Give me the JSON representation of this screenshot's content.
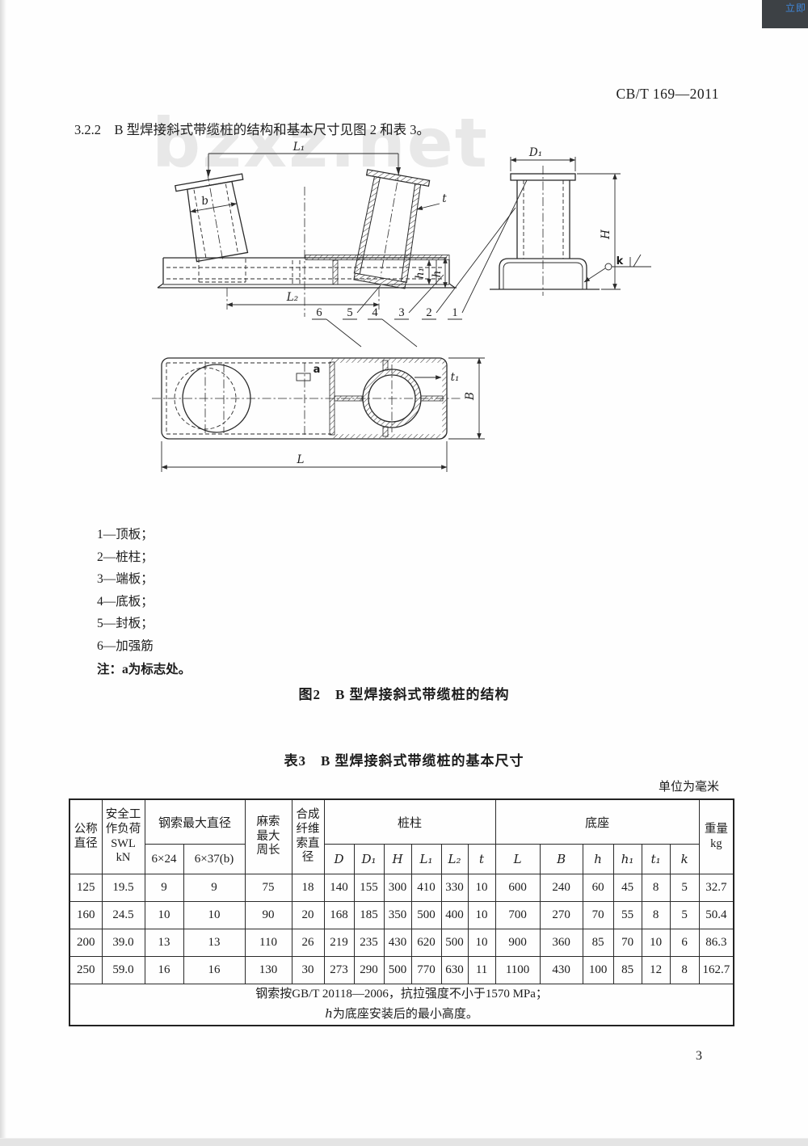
{
  "page": {
    "doc_number": "CB/T 169—2011",
    "page_number": "3",
    "watermark": "bzxz.net",
    "corner_overlay": "立即"
  },
  "section": {
    "paragraph": "3.2.2　B 型焊接斜式带缆桩的结构和基本尺寸见图 2 和表 3。"
  },
  "figure": {
    "caption": "图2　B 型焊接斜式带缆桩的结构",
    "labels": {
      "L1": "L₁",
      "b": "b",
      "t": "t",
      "h1": "h₁",
      "h": "h",
      "L2": "L₂",
      "D1": "D₁",
      "H": "H",
      "k": "k",
      "a": "a",
      "t1": "t₁",
      "B": "B",
      "L": "L"
    },
    "part_numbers": [
      "6",
      "5",
      "4",
      "3",
      "2",
      "1"
    ],
    "legend": [
      "1—顶板；",
      "2—桩柱；",
      "3—端板；",
      "4—底板；",
      "5—封板；",
      "6—加强筋"
    ],
    "note": "注：a为标志处。"
  },
  "table": {
    "caption": "表3　B 型焊接斜式带缆桩的基本尺寸",
    "units_note": "单位为毫米",
    "headers": {
      "nominal_diameter": "公称\n直径",
      "swl": "安全工\n作负荷\nSWL\nkN",
      "steel_rope": "钢索最大直径",
      "steel_rope_sub": [
        "6×24",
        "6×37(b)"
      ],
      "hemp_rope": "麻索\n最大\n周长",
      "synthetic": "合成\n纤维\n索直\n径",
      "post": "桩柱",
      "post_sub": [
        "D",
        "D₁",
        "H",
        "L₁",
        "L₂",
        "t"
      ],
      "base": "底座",
      "base_sub": [
        "L",
        "B",
        "h",
        "h₁",
        "t₁",
        "k"
      ],
      "weight": "重量\nkg"
    },
    "rows": [
      [
        "125",
        "19.5",
        "9",
        "9",
        "75",
        "18",
        "140",
        "155",
        "300",
        "410",
        "330",
        "10",
        "600",
        "240",
        "60",
        "45",
        "8",
        "5",
        "32.7"
      ],
      [
        "160",
        "24.5",
        "10",
        "10",
        "90",
        "20",
        "168",
        "185",
        "350",
        "500",
        "400",
        "10",
        "700",
        "270",
        "70",
        "55",
        "8",
        "5",
        "50.4"
      ],
      [
        "200",
        "39.0",
        "13",
        "13",
        "110",
        "26",
        "219",
        "235",
        "430",
        "620",
        "500",
        "10",
        "900",
        "360",
        "85",
        "70",
        "10",
        "6",
        "86.3"
      ],
      [
        "250",
        "59.0",
        "16",
        "16",
        "130",
        "30",
        "273",
        "290",
        "500",
        "770",
        "630",
        "11",
        "1100",
        "430",
        "100",
        "85",
        "12",
        "8",
        "162.7"
      ]
    ],
    "footnote1": "钢索按GB/T 20118—2006，抗拉强度不小于1570 MPa；",
    "footnote2_prefix": "h",
    "footnote2_rest": "为底座安装后的最小高度。"
  }
}
